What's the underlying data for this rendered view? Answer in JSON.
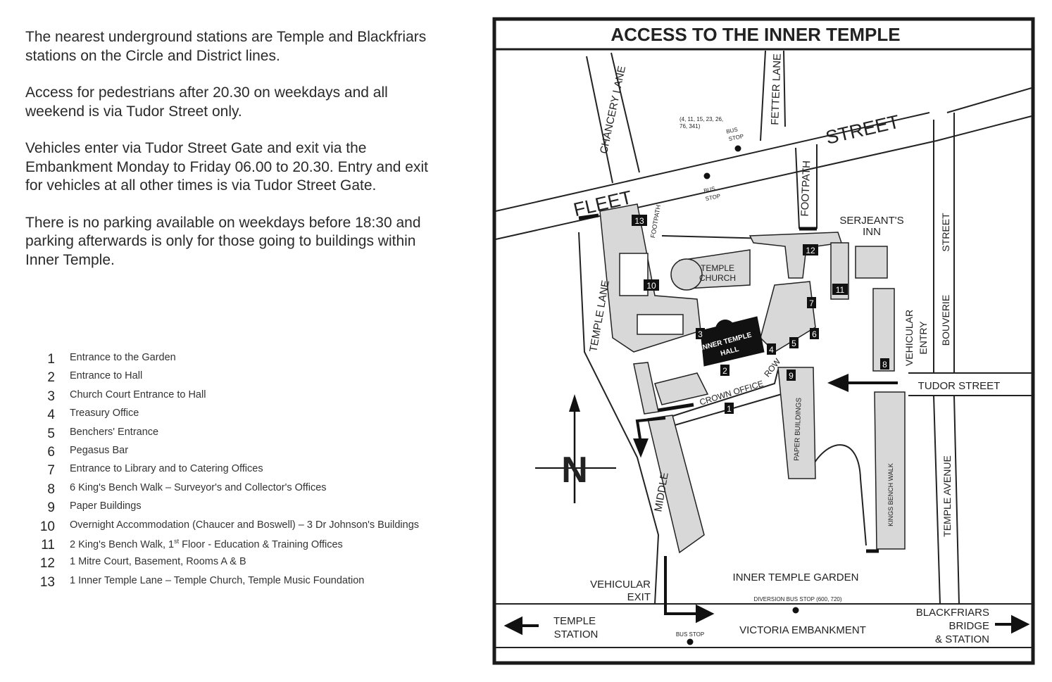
{
  "intro": {
    "paragraphs": [
      "The nearest underground stations are Temple and Blackfriars stations on the Circle and District lines.",
      "Access for pedestrians after 20.30 on weekdays and all weekend is via Tudor Street only.",
      "Vehicles enter via Tudor Street Gate and exit via the Embankment Monday to Friday 06.00 to 20.30. Entry and exit for vehicles at all other times is via Tudor Street Gate.",
      "There is no parking available on weekdays before 18:30 and parking afterwards is only for those going to buildings within Inner Temple."
    ]
  },
  "legend": {
    "items": [
      {
        "num": "1",
        "label": "Entrance to the Garden"
      },
      {
        "num": "2",
        "label": "Entrance to Hall"
      },
      {
        "num": "3",
        "label": "Church Court Entrance to Hall"
      },
      {
        "num": "4",
        "label": "Treasury Office"
      },
      {
        "num": "5",
        "label": "Benchers' Entrance"
      },
      {
        "num": "6",
        "label": "Pegasus Bar"
      },
      {
        "num": "7",
        "label": "Entrance to Library and to Catering Offices"
      },
      {
        "num": "8",
        "label": "6 King's Bench Walk – Surveyor's and Collector's Offices"
      },
      {
        "num": "9",
        "label": "Paper Buildings"
      },
      {
        "num": "10",
        "label": "Overnight Accommodation (Chaucer and Boswell) – 3 Dr Johnson's Buildings"
      },
      {
        "num": "11",
        "label": "2 King's Bench Walk, 1st Floor - Education & Training Offices"
      },
      {
        "num": "12",
        "label": "1 Mitre Court, Basement, Rooms A & B"
      },
      {
        "num": "13",
        "label": "1 Inner Temple Lane – Temple Church, Temple Music Foundation"
      }
    ]
  },
  "map": {
    "title": "ACCESS TO THE INNER TEMPLE",
    "streets": {
      "fleet": "FLEET",
      "street": "STREET",
      "chancery_lane": "CHANCERY LANE",
      "fetter_lane": "FETTER LANE",
      "footpath_top": "FOOTPATH",
      "footpath_small": "FOOTPATH",
      "temple_lane": "TEMPLE LANE",
      "middle": "MIDDLE",
      "crown_office_row_a": "CROWN OFFICE",
      "crown_office_row_b": "ROW",
      "bouverie": "BOUVERIE",
      "bouverie_street": "STREET",
      "vehicular_entry_a": "VEHICULAR",
      "vehicular_entry_b": "ENTRY",
      "tudor_street": "TUDOR STREET",
      "temple_avenue": "TEMPLE AVENUE",
      "victoria_embankment": "VICTORIA EMBANKMENT",
      "kings_bench_walk": "KINGS BENCH WALK",
      "paper_buildings": "PAPER BUILDINGS"
    },
    "places": {
      "temple_church_a": "TEMPLE",
      "temple_church_b": "CHURCH",
      "serjeants_inn_a": "SERJEANT'S",
      "serjeants_inn_b": "INN",
      "inner_temple_hall_a": "INNER TEMPLE",
      "inner_temple_hall_b": "HALL",
      "inner_temple_garden": "INNER TEMPLE GARDEN",
      "vehicular_exit_a": "VEHICULAR",
      "vehicular_exit_b": "EXIT",
      "temple_station_a": "TEMPLE",
      "temple_station_b": "STATION",
      "blackfriars_a": "BLACKFRIARS",
      "blackfriars_b": "BRIDGE",
      "blackfriars_c": "& STATION"
    },
    "bus": {
      "routes_a": "(4, 11, 15, 23, 26,",
      "routes_b": "76, 341)",
      "stop_a": "BUS",
      "stop_b": "STOP",
      "stop2_a": "BUS",
      "stop2_b": "STOP",
      "embankment_stop": "BUS STOP",
      "diversion": "DIVERSION BUS STOP (600, 720)"
    },
    "markers": [
      "1",
      "2",
      "3",
      "4",
      "5",
      "6",
      "7",
      "8",
      "9",
      "10",
      "11",
      "12",
      "13"
    ],
    "north_label": "N",
    "colors": {
      "building": "#d8d8d8",
      "hall": "#111111",
      "line": "#222222",
      "frame": "#1a1a1a"
    }
  }
}
